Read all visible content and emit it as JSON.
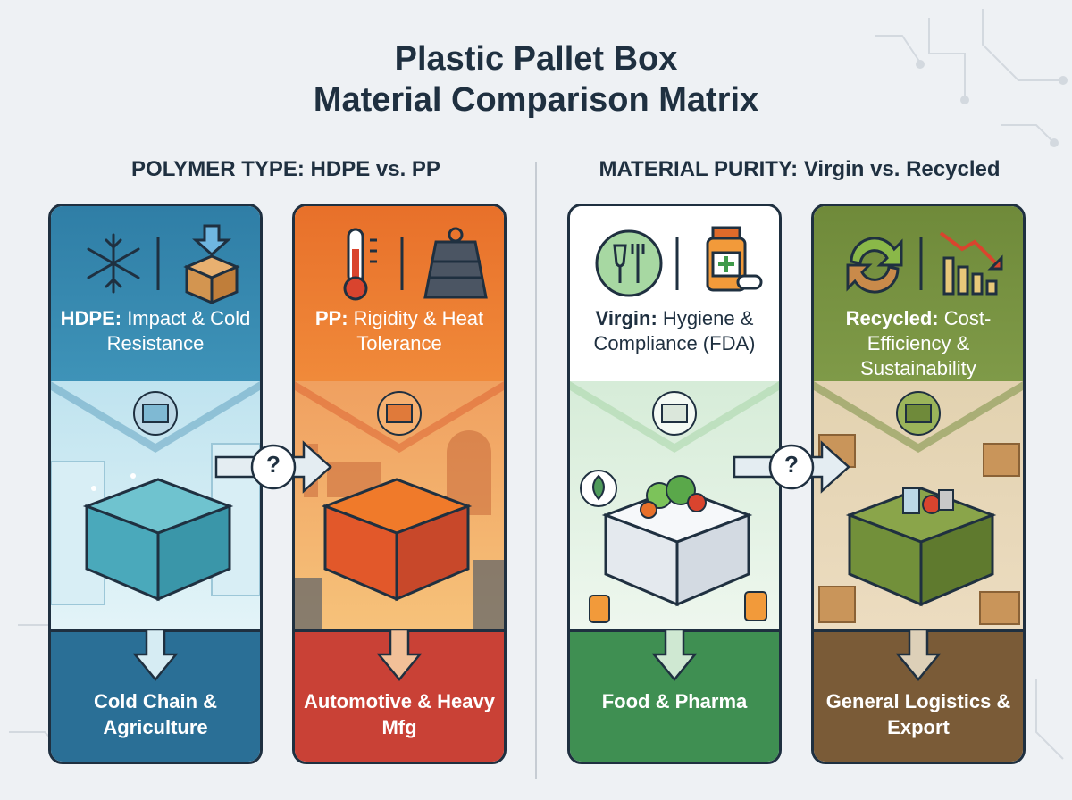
{
  "title": {
    "line1": "Plastic Pallet Box",
    "line2": "Material Comparison Matrix"
  },
  "sections": [
    {
      "label": "POLYMER TYPE: HDPE vs. PP"
    },
    {
      "label": "MATERIAL PURITY: Virgin vs. Recycled"
    }
  ],
  "cards": [
    {
      "name": "HDPE",
      "lead": "HDPE:",
      "rest": " Impact & Cold Resistance",
      "footer": "Cold Chain & Agriculture",
      "icons": [
        "snowflake-icon",
        "impact-box-icon"
      ],
      "accent": "#2f7ea6"
    },
    {
      "name": "PP",
      "lead": "PP:",
      "rest": " Rigidity & Heat Tolerance",
      "footer": "Automotive & Heavy Mfg",
      "icons": [
        "thermometer-icon",
        "weight-icon"
      ],
      "accent": "#e8702a"
    },
    {
      "name": "Virgin",
      "lead": "Virgin:",
      "rest": " Hygiene & Compliance (FDA)",
      "footer": "Food & Pharma",
      "icons": [
        "food-safe-icon",
        "medicine-bottle-icon"
      ],
      "accent": "#4f9a5a"
    },
    {
      "name": "Recycled",
      "lead": "Recycled:",
      "rest": " Cost-Efficiency & Sustainability",
      "footer": "General Logistics & Export",
      "icons": [
        "recycle-icon",
        "cost-down-chart-icon"
      ],
      "accent": "#6f8a3a"
    }
  ],
  "compare_marks": [
    {
      "label": "?"
    },
    {
      "label": "?"
    }
  ]
}
